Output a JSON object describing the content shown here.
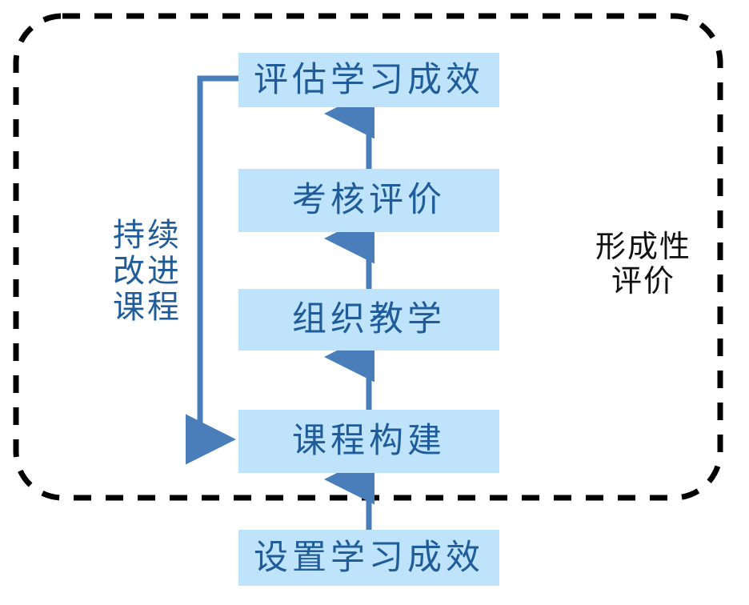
{
  "diagram": {
    "title_text": "",
    "colors": {
      "box_fill": "#BEE3FA",
      "box_text": "#1F5C99",
      "arrow": "#4A7EBB",
      "loop_line": "#4A7EBB",
      "dashed_border": "#000000",
      "side_label_right": "#111111",
      "background": "#FFFFFF"
    },
    "boundary": {
      "label": "形成性评价",
      "style": "dashed-rounded-rectangle"
    },
    "nodes": [
      {
        "id": "set-outcomes",
        "label": "设置学习成效",
        "order": 1
      },
      {
        "id": "course-build",
        "label": "课程构建",
        "order": 2
      },
      {
        "id": "organize-teach",
        "label": "组织教学",
        "order": 3
      },
      {
        "id": "assess-eval",
        "label": "考核评价",
        "order": 4
      },
      {
        "id": "eval-outcomes",
        "label": "评估学习成效",
        "order": 5
      }
    ],
    "flow_arrows": [
      {
        "from": "set-outcomes",
        "to": "course-build"
      },
      {
        "from": "course-build",
        "to": "organize-teach"
      },
      {
        "from": "organize-teach",
        "to": "assess-eval"
      },
      {
        "from": "assess-eval",
        "to": "eval-outcomes"
      }
    ],
    "feedback_loop": {
      "from": "eval-outcomes",
      "to": "course-build",
      "label": "持续改进课程"
    },
    "labels": {
      "left_loop": "持续\n改进\n课程",
      "right_boundary": "形成性\n评价"
    }
  }
}
